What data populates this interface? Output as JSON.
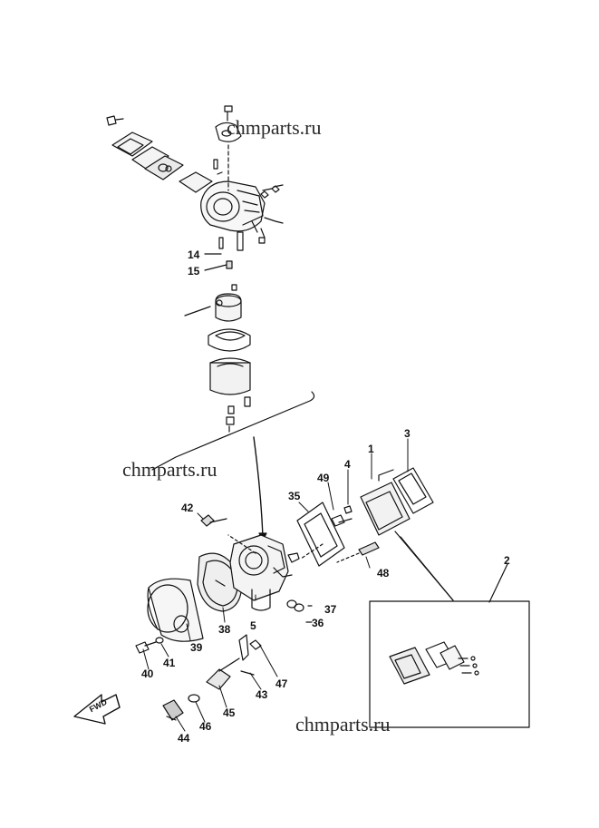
{
  "watermarks": [
    "chmparts.ru",
    "chmparts.ru",
    "chmparts.ru"
  ],
  "fwd_label": "FWD",
  "callouts": {
    "c1": "1",
    "c2": "2",
    "c3": "3",
    "c4": "4",
    "c5": "5",
    "c14": "14",
    "c15": "15",
    "c35": "35",
    "c36": "36",
    "c37": "37",
    "c38": "38",
    "c39": "39",
    "c40": "40",
    "c41": "41",
    "c42": "42",
    "c43": "43",
    "c44": "44",
    "c45": "45",
    "c46": "46",
    "c47": "47",
    "c48": "48",
    "c49": "49"
  }
}
